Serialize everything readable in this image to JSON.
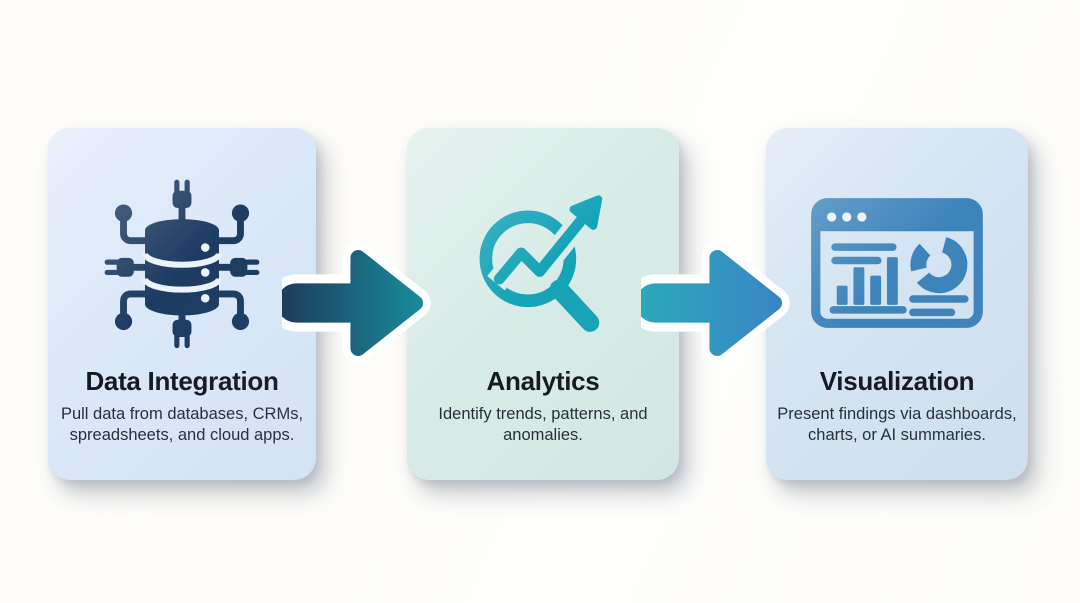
{
  "page": {
    "background_color": "#fdfcfa",
    "title_color": "#15181e",
    "description_color": "#272d37"
  },
  "steps": [
    {
      "title": "Data Integration",
      "description": "Pull data from databases, CRMs, spreadsheets, and cloud apps.",
      "icon": "database-connectors-icon",
      "card_bg": "#dbe8f9",
      "icon_color": "#1d3c62"
    },
    {
      "title": "Analytics",
      "description": "Identify trends, patterns, and anomalies.",
      "icon": "magnifier-trend-arrow-icon",
      "card_bg": "#d8ece7",
      "icon_color": "#16a3b7"
    },
    {
      "title": "Visualization",
      "description": "Present findings via dashboards, charts, or AI summaries.",
      "icon": "dashboard-charts-icon",
      "card_bg": "#d4e4f2",
      "icon_color": "#3d84bb"
    }
  ],
  "arrows": [
    {
      "label": "step-1-to-step-2",
      "direction": "right",
      "gradient_from": "#1e3c5c",
      "gradient_to": "#16919f"
    },
    {
      "label": "step-2-to-step-3",
      "direction": "right",
      "gradient_from": "#2ba9ba",
      "gradient_to": "#3b82c6"
    }
  ]
}
